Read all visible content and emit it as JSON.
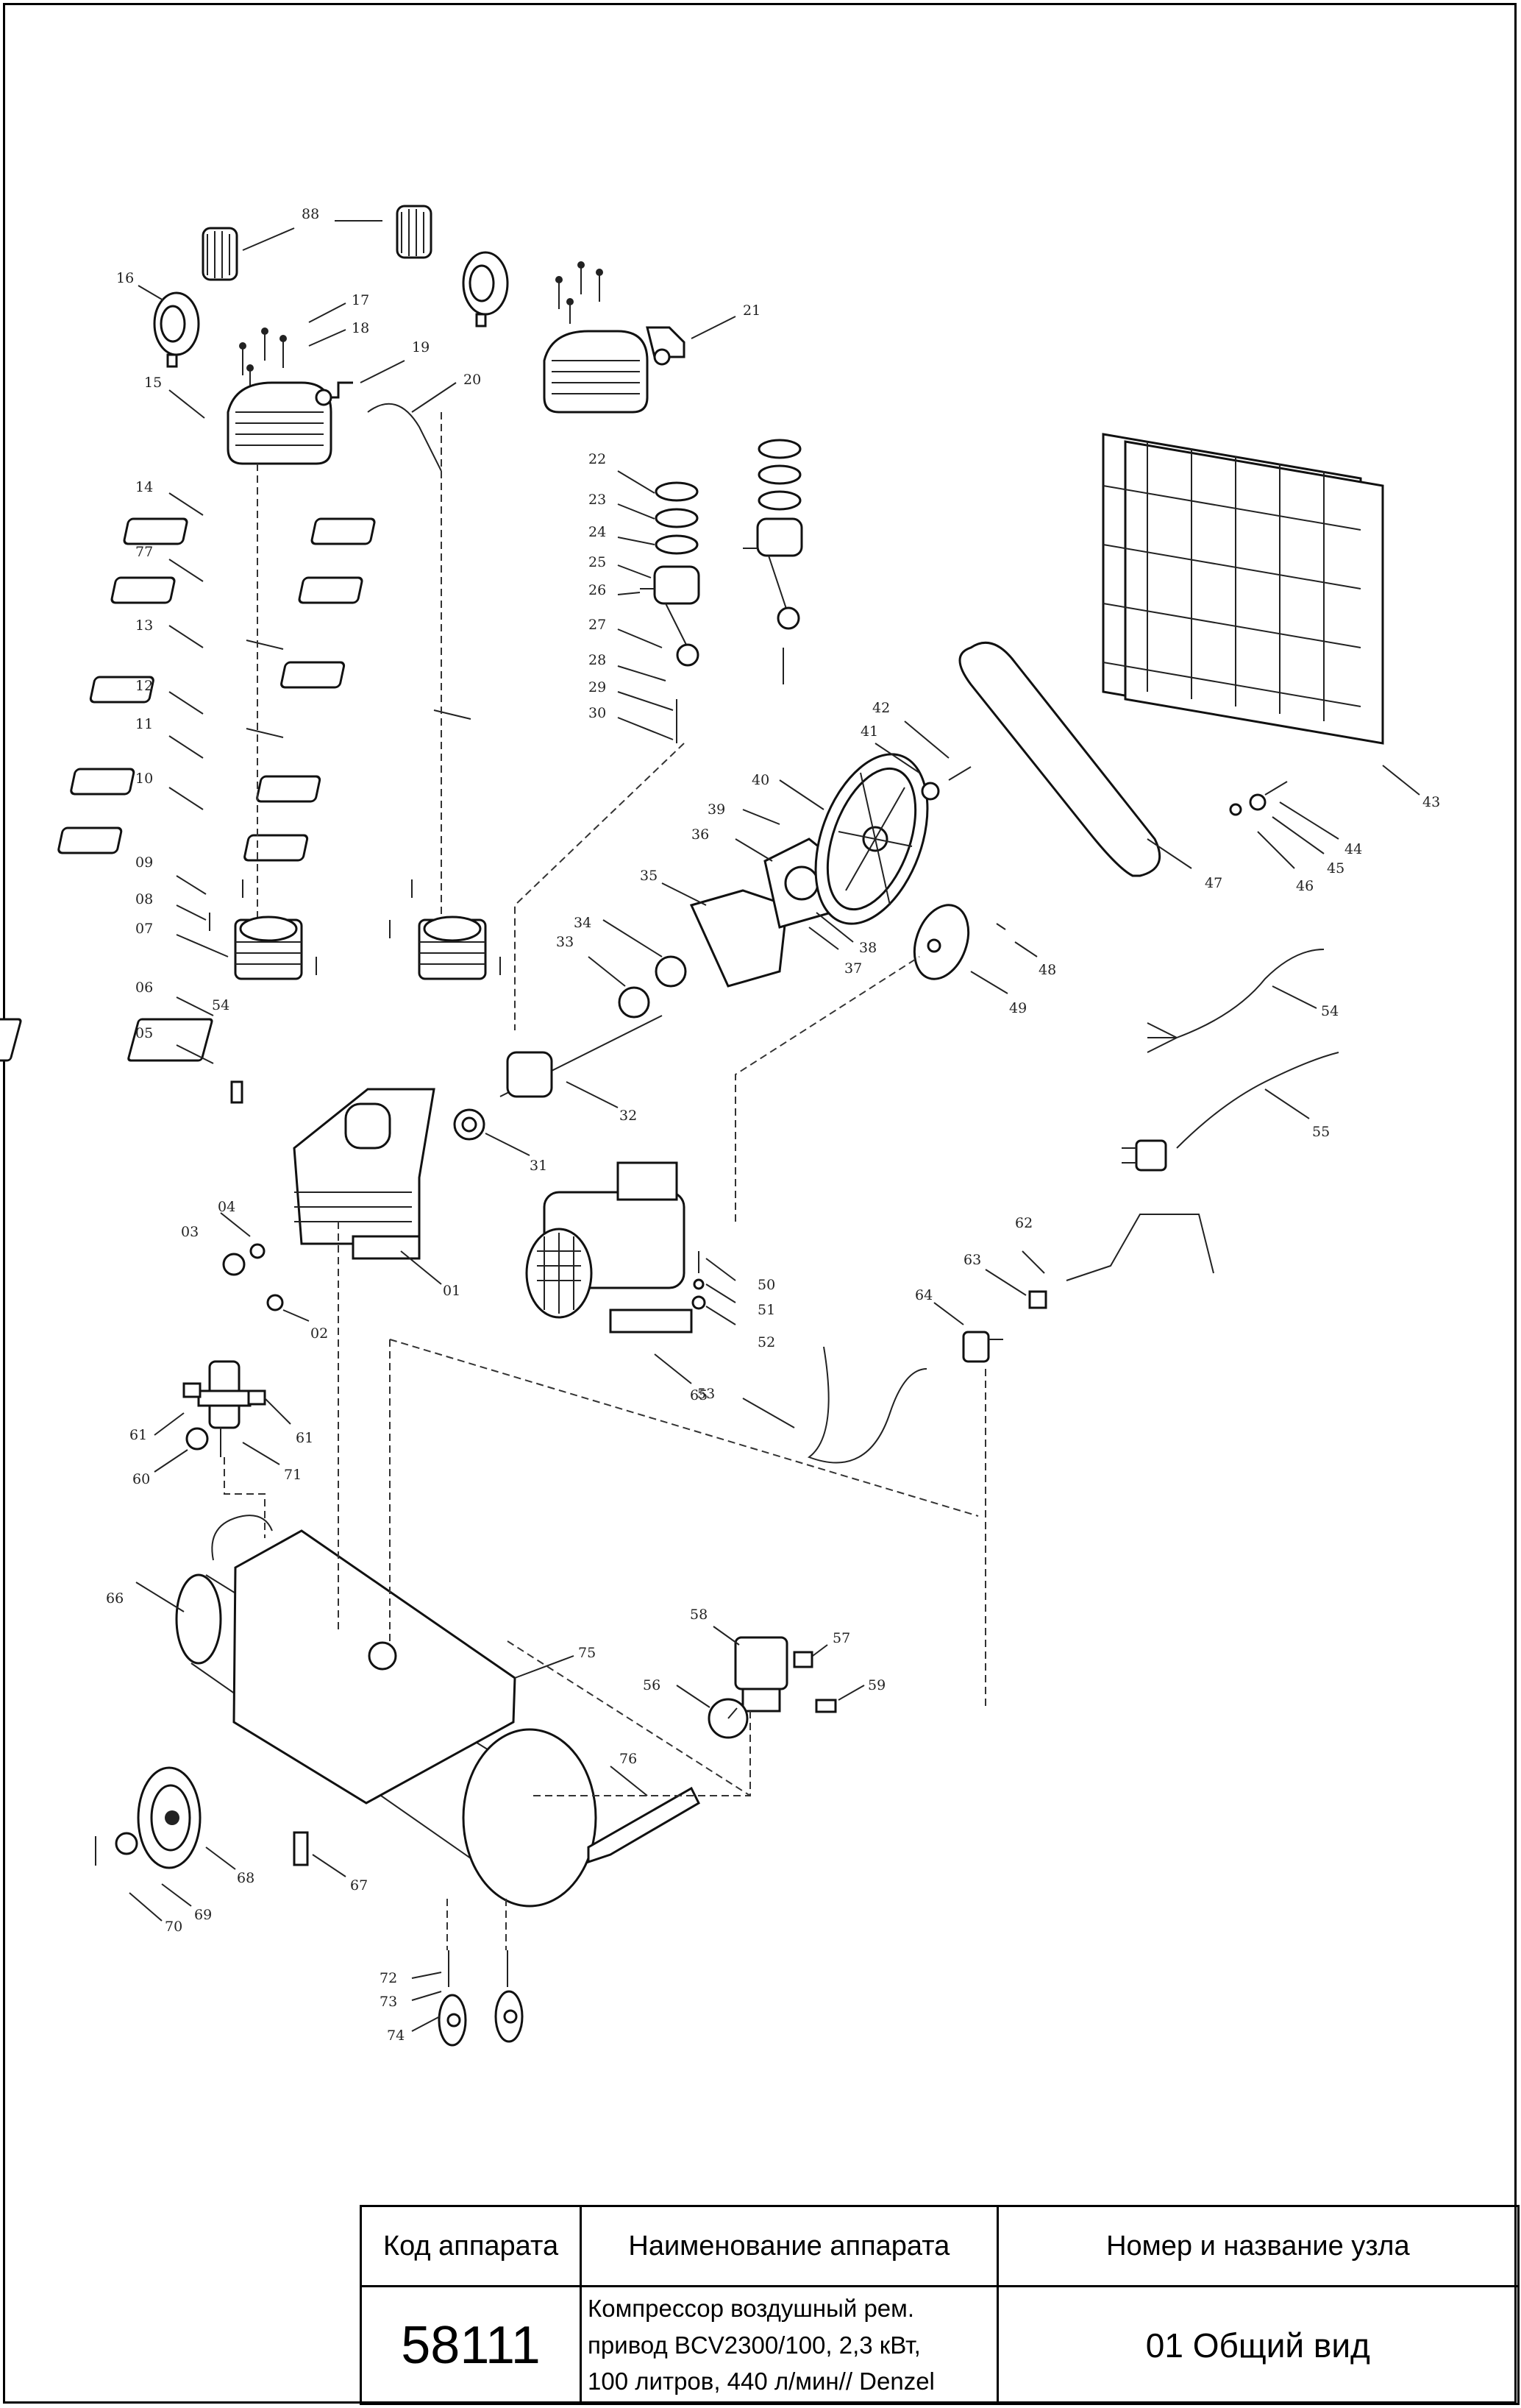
{
  "part_labels": {
    "p88": "88",
    "p16": "16",
    "p17": "17",
    "p18": "18",
    "p15": "15",
    "p19": "19",
    "p20": "20",
    "p21": "21",
    "p14": "14",
    "p77": "77",
    "p13": "13",
    "p12": "12",
    "p11": "11",
    "p10": "10",
    "p09": "09",
    "p08": "08",
    "p07": "07",
    "p54a": "54",
    "p06": "06",
    "p05": "05",
    "p04": "04",
    "p03": "03",
    "p01": "01",
    "p02": "02",
    "p22": "22",
    "p23": "23",
    "p24": "24",
    "p25": "25",
    "p26": "26",
    "p27": "27",
    "p28": "28",
    "p29": "29",
    "p30": "30",
    "p31": "31",
    "p32": "32",
    "p33": "33",
    "p34": "34",
    "p35": "35",
    "p36": "36",
    "p37": "37",
    "p38": "38",
    "p39": "39",
    "p40": "40",
    "p41": "41",
    "p42": "42",
    "p43": "43",
    "p44": "44",
    "p45": "45",
    "p46": "46",
    "p47": "47",
    "p48": "48",
    "p49": "49",
    "p50": "50",
    "p51": "51",
    "p52": "52",
    "p53": "53",
    "p54b": "54",
    "p55": "55",
    "p61a": "61",
    "p61b": "61",
    "p60": "60",
    "p71": "71",
    "p62": "62",
    "p63": "63",
    "p64": "64",
    "p65": "65",
    "p66": "66",
    "p58": "58",
    "p57": "57",
    "p56": "56",
    "p59": "59",
    "p75": "75",
    "p76": "76",
    "p67": "67",
    "p68": "68",
    "p69": "69",
    "p70": "70",
    "p72": "72",
    "p73": "73",
    "p74": "74"
  },
  "title_block": {
    "headers": {
      "code": "Код аппарата",
      "name": "Наименование аппарата",
      "assembly": "Номер и название узла"
    },
    "code": "58111",
    "name_lines": [
      "Компрессор воздушный рем.",
      "привод BCV2300/100, 2,3 кВт,",
      "100 литров, 440 л/мин// Denzel"
    ],
    "assembly": "01 Общий вид"
  },
  "colors": {
    "line": "#222222",
    "border": "#000000",
    "background": "#ffffff"
  }
}
